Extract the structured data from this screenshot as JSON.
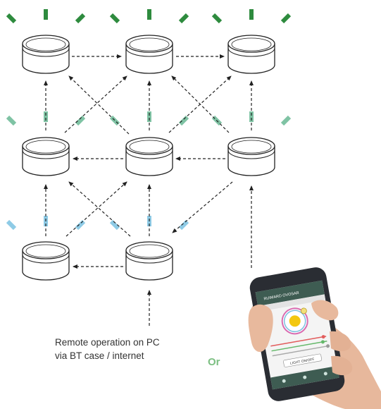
{
  "caption": {
    "line1": "Remote operation on PC",
    "line2": "via BT case / internet"
  },
  "or_label": "Or",
  "phone_screen": {
    "title": "RUIMARD OVOSAR",
    "button_label": "LIGHT ON/OFF"
  },
  "colors": {
    "top_row_light": "#2e8b3e",
    "middle_row_light": "#7fc3a4",
    "bottom_row_light": "#8ecbe6",
    "or_label": "#7cbf82",
    "arrow": "#222222",
    "device_stroke": "#222222"
  }
}
